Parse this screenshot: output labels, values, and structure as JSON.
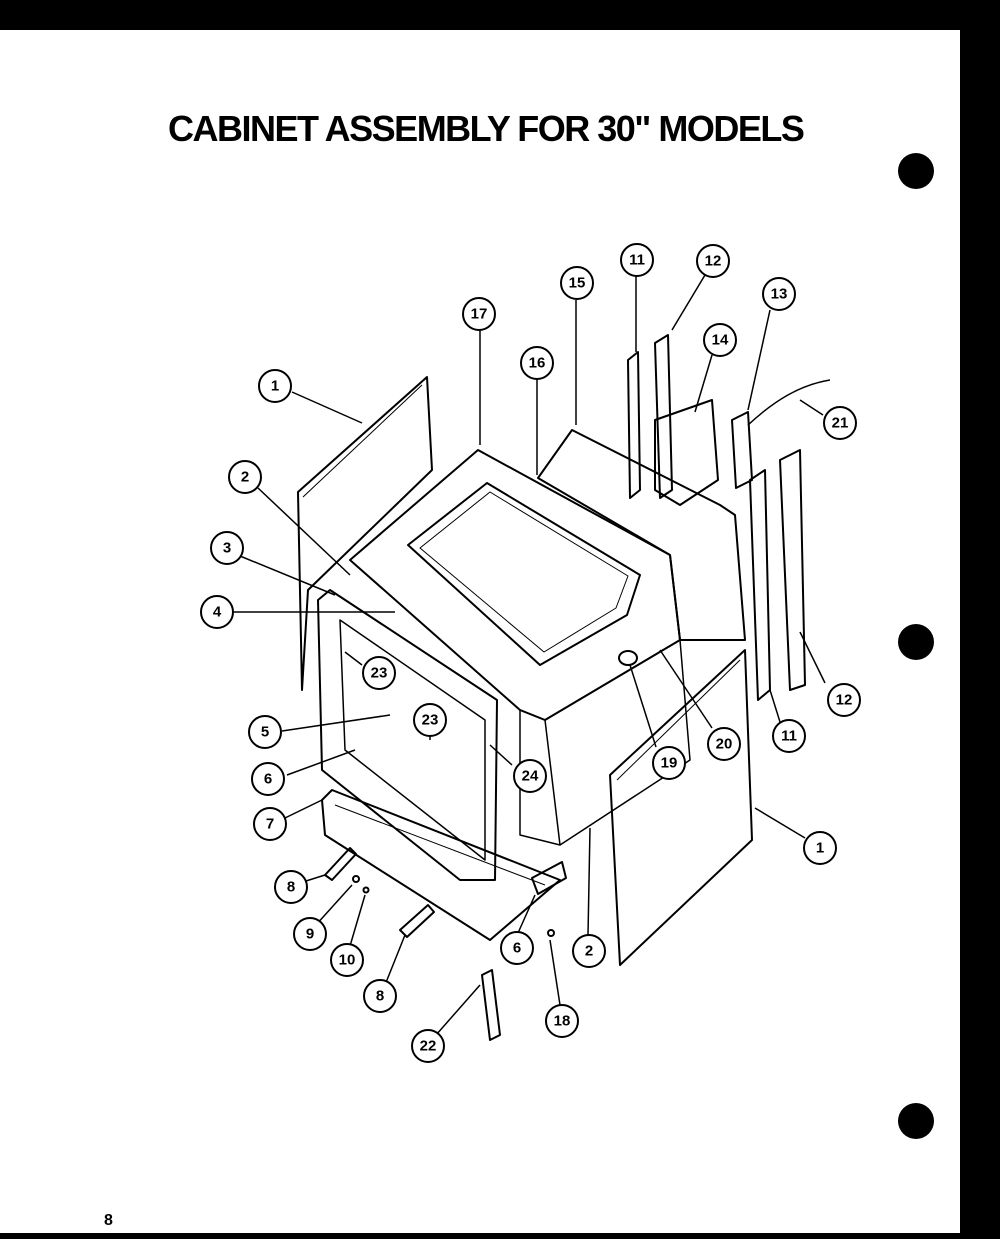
{
  "title": "CABINET ASSEMBLY FOR 30\" MODELS",
  "page_number": "8",
  "callouts": [
    "1",
    "2",
    "3",
    "4",
    "23",
    "5",
    "23",
    "6",
    "24",
    "7",
    "8",
    "9",
    "10",
    "8",
    "22",
    "6",
    "2",
    "18",
    "17",
    "16",
    "15",
    "11",
    "12",
    "14",
    "13",
    "21",
    "20",
    "19",
    "12",
    "11",
    "1"
  ]
}
